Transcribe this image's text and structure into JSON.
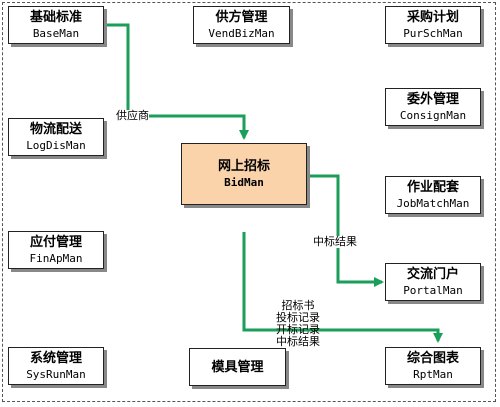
{
  "colors": {
    "arrow": "#1a9e5a",
    "center_fill": "#fbd3ab",
    "border": "#222222"
  },
  "modules": {
    "basic_standard": {
      "name": "基础标准",
      "code": "BaseMan"
    },
    "supplier_mgmt": {
      "name": "供方管理",
      "code": "VendBizMan"
    },
    "purchase_plan": {
      "name": "采购计划",
      "code": "PurSchMan"
    },
    "logistics": {
      "name": "物流配送",
      "code": "LogDisMan"
    },
    "outsourcing": {
      "name": "委外管理",
      "code": "ConsignMan"
    },
    "online_bidding": {
      "name": "网上招标",
      "code": "BidMan"
    },
    "job_matching": {
      "name": "作业配套",
      "code": "JobMatchMan"
    },
    "payables": {
      "name": "应付管理",
      "code": "FinApMan"
    },
    "portal": {
      "name": "交流门户",
      "code": "PortalMan"
    },
    "system_mgmt": {
      "name": "系统管理",
      "code": "SysRunMan"
    },
    "mold_mgmt": {
      "name": "模具管理",
      "code": ""
    },
    "reports": {
      "name": "综合图表",
      "code": "RptMan"
    }
  },
  "flows": {
    "supplier_label": "供应商",
    "bid_result_label": "中标结果",
    "report_labels": [
      "招标书",
      "投标记录",
      "开标记录",
      "中标结果"
    ]
  }
}
